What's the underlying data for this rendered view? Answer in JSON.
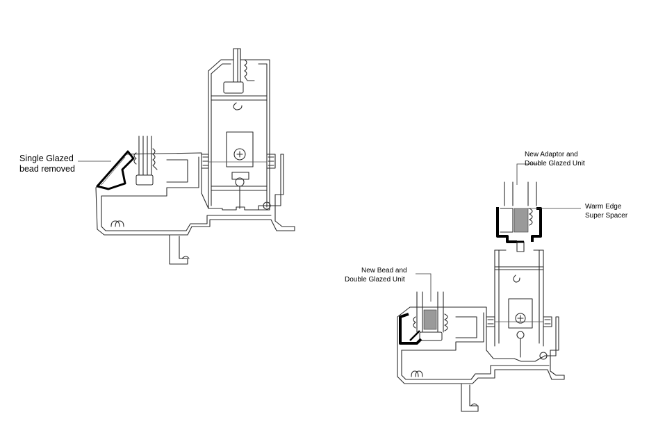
{
  "labels": {
    "single_glazed_line1": "Single Glazed",
    "single_glazed_line2": "bead removed",
    "new_adaptor_line1": "New Adaptor and",
    "new_adaptor_line2": "Double Glazed Unit",
    "warm_edge_line1": "Warm Edge",
    "warm_edge_line2": "Super Spacer",
    "new_bead_line1": "New Bead and",
    "new_bead_line2": "Double Glazed Unit"
  }
}
